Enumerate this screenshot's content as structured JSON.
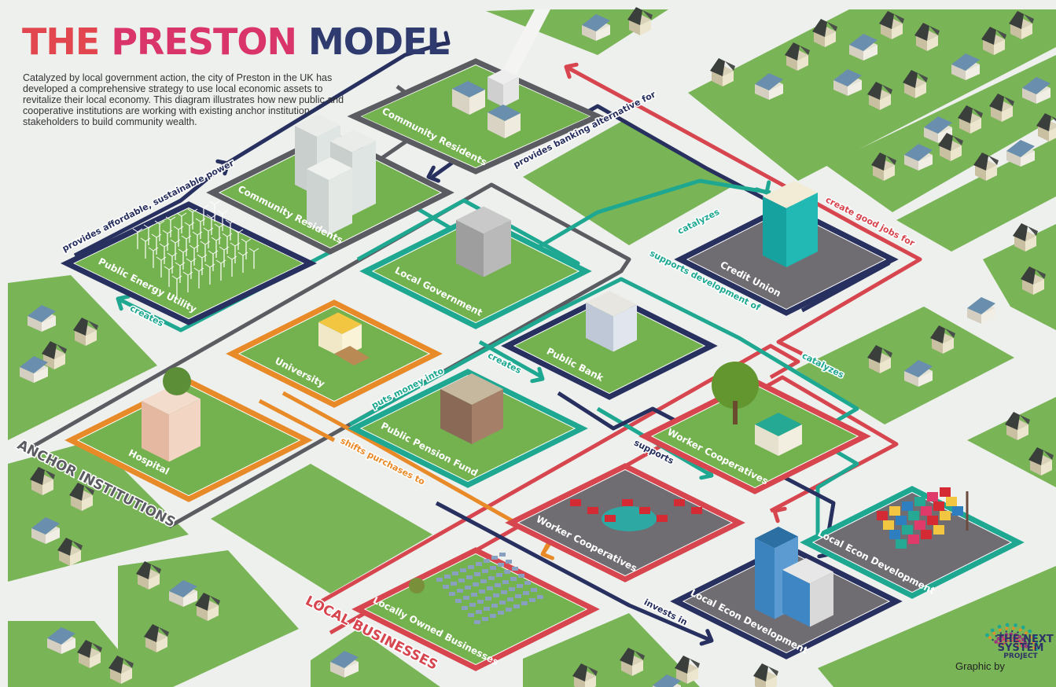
{
  "title": {
    "words": [
      {
        "text": "THE",
        "color": "#e2474f"
      },
      {
        "text": "PRESTON",
        "color": "#d9356b"
      },
      {
        "text": "MODEL",
        "color": "#2f3a6e"
      }
    ]
  },
  "intro": "Catalyzed by local government action, the city of Preston in the UK has developed a comprehensive strategy to use local economic assets to revitalize their local economy. This diagram illustrates how new public and cooperative institutions are working with existing anchor institution stakeholders to build community wealth.",
  "colors": {
    "teal": "#1fa891",
    "navy": "#27305e",
    "red": "#d7464f",
    "orange": "#e98a28",
    "gray": "#5b5c61",
    "grass": "#74b14f",
    "lot": "#6f6d72"
  },
  "blocks": [
    {
      "id": "community-residents-top",
      "label": "Community Residents",
      "border": "gray",
      "fill": "grass",
      "icon": "houses-icon"
    },
    {
      "id": "community-residents-towers",
      "label": "Community Residents",
      "border": "gray",
      "fill": "grass",
      "icon": "apartment-towers-icon"
    },
    {
      "id": "public-energy-utility",
      "label": "Public Energy Utility",
      "border": "navy",
      "fill": "grass",
      "icon": "wind-turbines-icon"
    },
    {
      "id": "local-government",
      "label": "Local Government",
      "border": "teal",
      "fill": "grass",
      "icon": "government-building-icon"
    },
    {
      "id": "credit-union",
      "label": "Credit Union",
      "border": "navy",
      "fill": "lot",
      "icon": "glass-office-icon"
    },
    {
      "id": "university",
      "label": "University",
      "border": "orange",
      "fill": "grass",
      "icon": "campus-icon"
    },
    {
      "id": "public-bank",
      "label": "Public Bank",
      "border": "navy",
      "fill": "grass",
      "icon": "bank-building-icon"
    },
    {
      "id": "hospital",
      "label": "Hospital",
      "border": "orange",
      "fill": "grass",
      "icon": "hospital-icon"
    },
    {
      "id": "public-pension-fund",
      "label": "Public Pension Fund",
      "border": "teal",
      "fill": "grass",
      "icon": "pension-office-icon"
    },
    {
      "id": "worker-cooperatives-farm",
      "label": "Worker Cooperatives",
      "border": "red",
      "fill": "grass",
      "icon": "barn-icon"
    },
    {
      "id": "worker-cooperatives-lot",
      "label": "Worker Cooperatives",
      "border": "red",
      "fill": "lot",
      "icon": "market-pavilion-icon"
    },
    {
      "id": "local-econ-development-containers",
      "label": "Local Econ Development",
      "border": "teal",
      "fill": "lot",
      "icon": "shipping-containers-icon"
    },
    {
      "id": "local-econ-development-offices",
      "label": "Local Econ Development",
      "border": "navy",
      "fill": "lot",
      "icon": "office-tower-icon"
    },
    {
      "id": "locally-owned-businesses",
      "label": "Locally Owned Businesses",
      "border": "red",
      "fill": "grass",
      "icon": "solar-farm-icon"
    }
  ],
  "flows": [
    {
      "id": "provides-power",
      "text": "provides affordable, sustainable power",
      "color": "navy"
    },
    {
      "id": "banking-alternative",
      "text": "provides banking alternative for",
      "color": "navy"
    },
    {
      "id": "good-jobs",
      "text": "create good jobs for",
      "color": "red"
    },
    {
      "id": "catalyzes-credit",
      "text": "catalyzes",
      "color": "teal"
    },
    {
      "id": "creates-utility",
      "text": "creates",
      "color": "teal"
    },
    {
      "id": "supports-development",
      "text": "supports development of",
      "color": "teal"
    },
    {
      "id": "creates-bank",
      "text": "creates",
      "color": "teal"
    },
    {
      "id": "puts-money",
      "text": "puts money into",
      "color": "teal"
    },
    {
      "id": "catalyzes-econ",
      "text": "catalyzes",
      "color": "teal"
    },
    {
      "id": "supports",
      "text": "supports",
      "color": "navy"
    },
    {
      "id": "shifts-purchases",
      "text": "shifts purchases to",
      "color": "orange"
    },
    {
      "id": "invests-in",
      "text": "invests in",
      "color": "navy"
    }
  ],
  "group_labels": [
    {
      "id": "anchor-institutions",
      "text": "ANCHOR INSTITUTIONS",
      "color": "gray"
    },
    {
      "id": "local-businesses",
      "text": "LOCAL BUSINESSES",
      "color": "red"
    }
  ],
  "credit": {
    "text": "Graphic by",
    "logo_lines": [
      "THE NEXT",
      "SYSTEM",
      "PROJECT"
    ]
  }
}
